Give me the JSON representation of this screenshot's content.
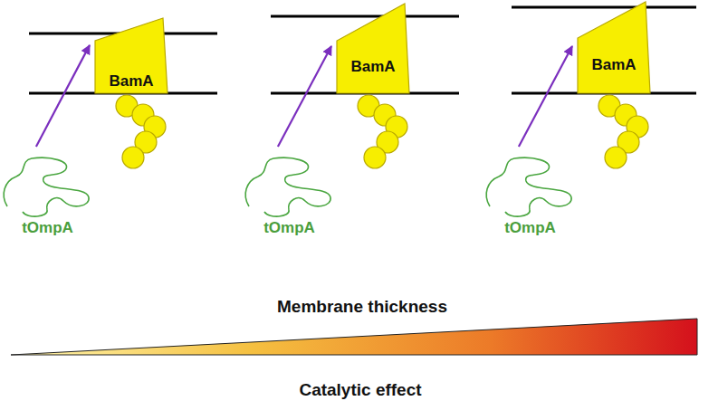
{
  "diagram": {
    "nodes": [
      {
        "text": [
          "BamA"
        ]
      },
      {
        "text": [
          "tOmpA"
        ]
      },
      {
        "text": [
          "BamA"
        ]
      },
      {
        "text": [
          "tOmpA"
        ]
      },
      {
        "text": [
          "BamA"
        ]
      },
      {
        "text": [
          "tOmpA"
        ]
      }
    ],
    "edges": [
      {
        "from": 1,
        "to": 0,
        "arrow": "to"
      },
      {
        "from": 3,
        "to": 2,
        "arrow": "to"
      },
      {
        "from": 5,
        "to": 4,
        "arrow": "to"
      }
    ],
    "labels": [
      "Membrane thickness",
      "Catalytic effect"
    ]
  }
}
